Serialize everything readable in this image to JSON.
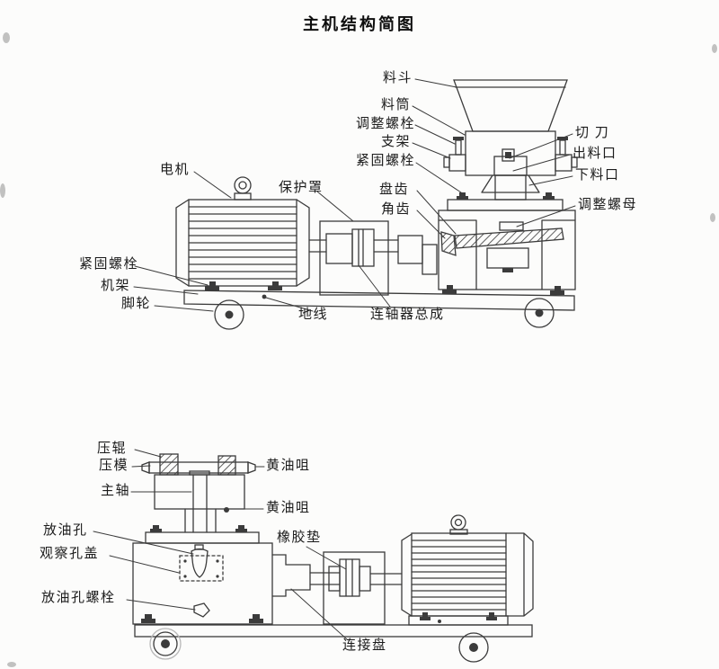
{
  "title": "主机结构简图",
  "colors": {
    "line": "#3b3b3b",
    "background": "#fcfcfb",
    "text": "#1c1c1c"
  },
  "upper": {
    "labels": {
      "hopper": "料斗",
      "barrel": "料筒",
      "adjust_bolt": "调整螺栓",
      "bracket": "支架",
      "fasten_right": "紧固螺栓",
      "cutter": "切 刀",
      "outlet": "出料口",
      "down_outlet": "下料口",
      "disc_gear": "盘齿",
      "angle_gear": "角齿",
      "adjust_nut": "调整螺母",
      "motor": "电机",
      "guard": "保护罩",
      "fasten_left": "紧固螺栓",
      "frame": "机架",
      "caster": "脚轮",
      "ground": "地线",
      "coupling": "连轴器总成"
    }
  },
  "lower": {
    "labels": {
      "press_roller": "压辊",
      "die": "压模",
      "main_shaft": "主轴",
      "grease_top": "黄油咀",
      "grease_bottom": "黄油咀",
      "oil_drain": "放油孔",
      "inspection_cover": "观察孔盖",
      "oil_drain_bolt": "放油孔螺栓",
      "rubber_pad": "橡胶垫",
      "connecting_plate": "连接盘"
    }
  }
}
